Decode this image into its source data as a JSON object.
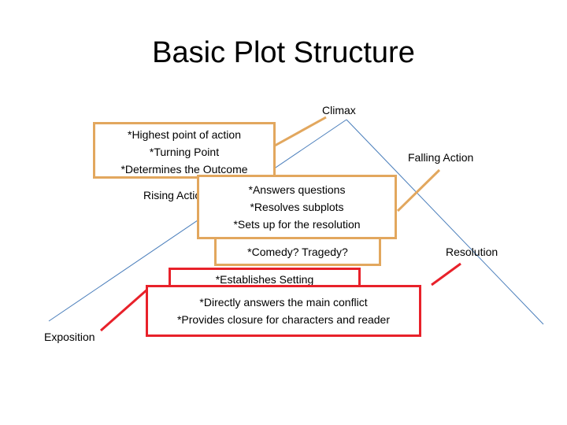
{
  "slide": {
    "title": "Basic Plot Structure"
  },
  "labels": {
    "climax": "Climax",
    "falling_action": "Falling Action",
    "rising_action": "Rising Action",
    "resolution": "Resolution",
    "exposition": "Exposition"
  },
  "boxes": {
    "climax_notes": [
      "*Highest point of action",
      "*Turning Point",
      "*Determines the Outcome"
    ],
    "falling_notes": [
      "*Answers questions",
      "*Resolves subplots",
      "*Sets up for the resolution"
    ],
    "rising_notes": [
      "*Comedy? Tragedy?"
    ],
    "exposition_notes": [
      "*Establishes Setting"
    ],
    "resolution_notes": [
      "*Directly answers the main conflict",
      "*Provides closure for characters and reader"
    ]
  },
  "colors": {
    "callout_orange": "#e2a75e",
    "callout_red": "#e8212a",
    "plot_line": "#4a7ebb"
  }
}
